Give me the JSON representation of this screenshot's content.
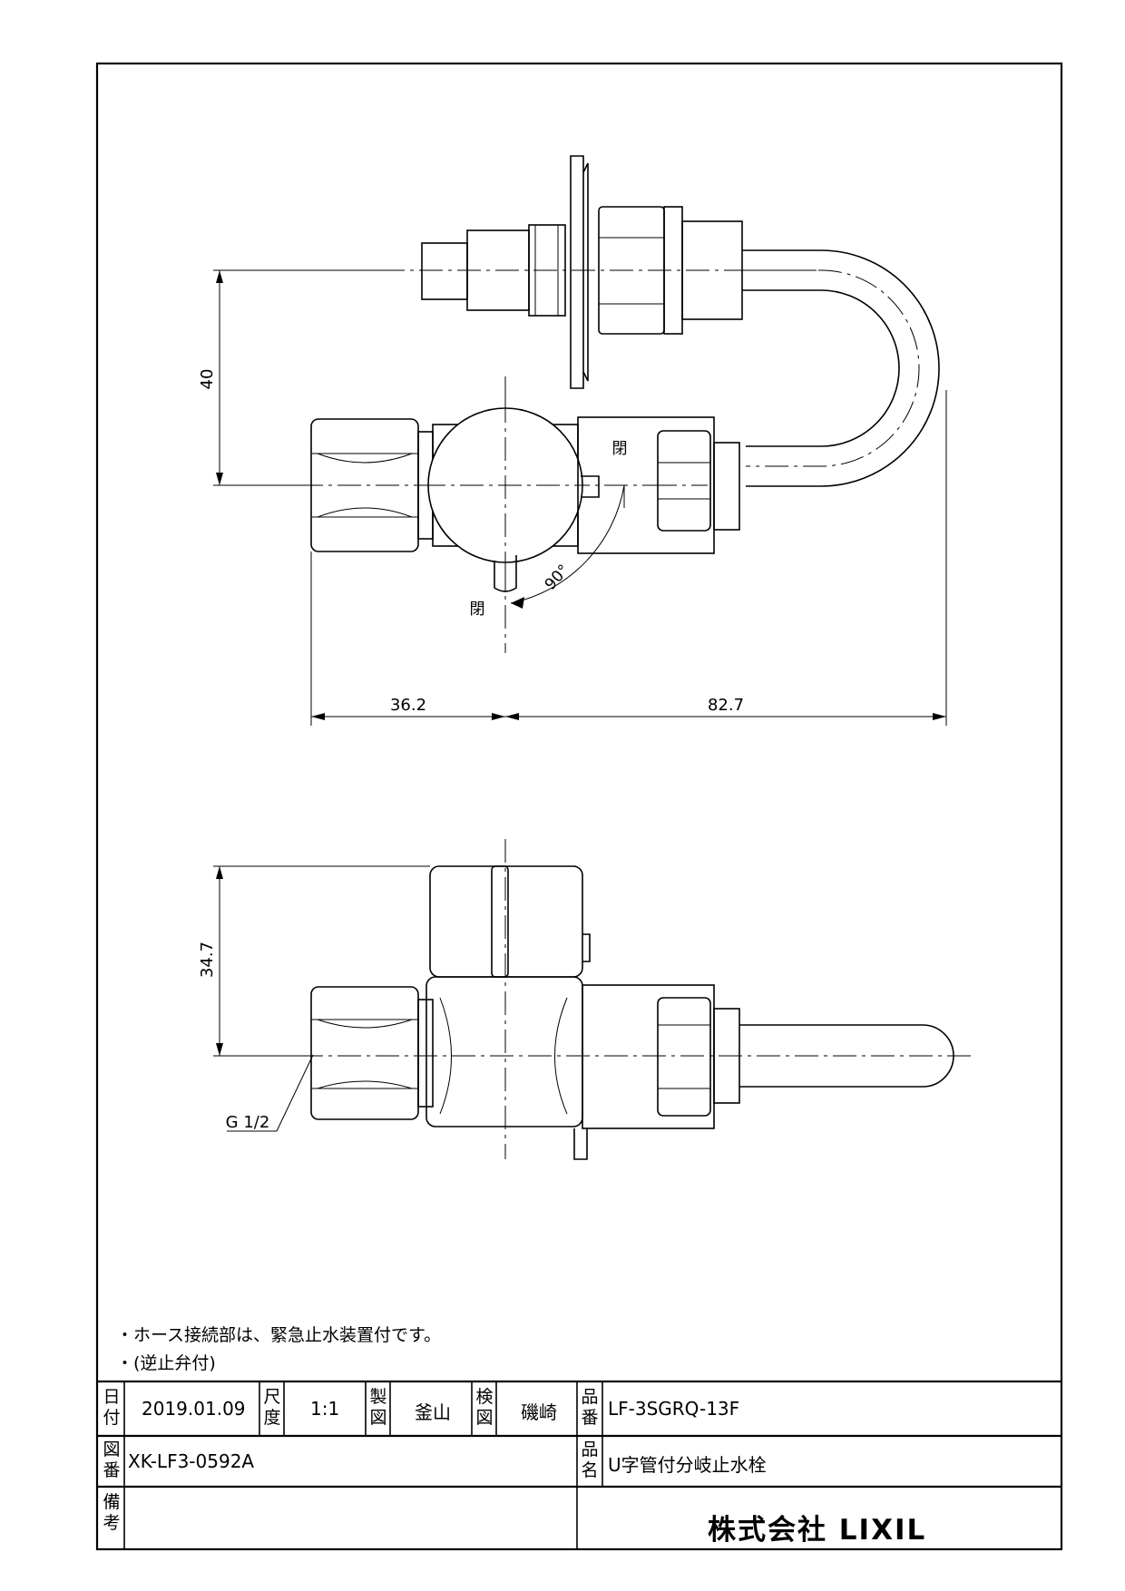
{
  "views": {
    "top": {
      "dim_vertical": "40",
      "dim_left": "36.2",
      "dim_right": "82.7",
      "angle": "90°",
      "label_closed_upper": "閉",
      "label_closed_lower": "閉"
    },
    "side": {
      "dim_vertical": "34.7",
      "thread_label": "G 1/2"
    }
  },
  "notes": [
    "・ホース接続部は、緊急止水装置付です。",
    "・(逆止弁付)"
  ],
  "title_block": {
    "date_label": "日付",
    "date_value": "2019.01.09",
    "scale_label": "尺度",
    "scale_value": "1:1",
    "drafter_label": "製図",
    "drafter_value": "釜山",
    "checker_label": "検図",
    "checker_value": "磯崎",
    "part_no_label": "品番",
    "part_no_value": "LF-3SGRQ-13F",
    "drawing_no_label": "図番",
    "drawing_no_value": "XK-LF3-0592A",
    "part_name_label": "品名",
    "part_name_value": "U字管付分岐止水栓",
    "remarks_label": "備考",
    "company": "株式会社 LIXIL"
  }
}
